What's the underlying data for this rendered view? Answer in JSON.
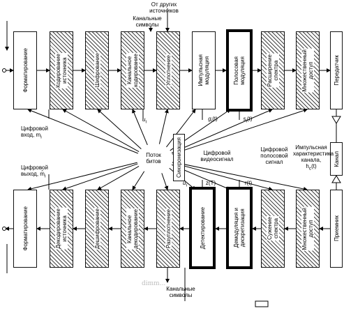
{
  "transmitter": {
    "blocks": [
      {
        "id": "tx-format",
        "label": "Форматирование"
      },
      {
        "id": "tx-source-coding",
        "label": "Кодирование\nисточника"
      },
      {
        "id": "tx-encryption",
        "label": "Шифрование"
      },
      {
        "id": "tx-channel-coding",
        "label": "Канальное\nкодирование"
      },
      {
        "id": "tx-multiplexing",
        "label": "Уплотнение"
      },
      {
        "id": "tx-pulse-modulation",
        "label": "Импульсная\nмодуляция"
      },
      {
        "id": "tx-bandpass-modulation",
        "label": "Полосовая\nмодуляция"
      },
      {
        "id": "tx-spread-spectrum",
        "label": "Расширение\nспектра"
      },
      {
        "id": "tx-multiple-access",
        "label": "Множественный\nдоступ"
      },
      {
        "id": "tx-transmitter",
        "label": "Передатчик"
      }
    ]
  },
  "receiver": {
    "blocks": [
      {
        "id": "rx-format",
        "label": "Форматирование"
      },
      {
        "id": "rx-source-decoding",
        "label": "Декодирование\nисточника"
      },
      {
        "id": "rx-decryption",
        "label": "Дешифрование"
      },
      {
        "id": "rx-channel-decoding",
        "label": "Канальное\nдекодирование"
      },
      {
        "id": "rx-demultiplexing",
        "label": "Разуплотнение"
      },
      {
        "id": "rx-detection",
        "label": "Детектирование"
      },
      {
        "id": "rx-demod-sampling",
        "label": "Демодуляция и\nдискретизация"
      },
      {
        "id": "rx-despread",
        "label": "Сужение\nспектра"
      },
      {
        "id": "rx-multiple-access",
        "label": "Множественный\nдоступ"
      },
      {
        "id": "rx-receiver",
        "label": "Приемник"
      }
    ]
  },
  "channel": {
    "label": "Канал"
  },
  "sync": {
    "label": "Синхронизация"
  },
  "labels": {
    "other_sources": "От других\nисточников",
    "channel_symbols_top": "Канальные\nсимволы",
    "channel_symbols_bottom": "Канальные\nсимволы",
    "digital_input": "Цифровой\nвход, m",
    "digital_input_sub": "i",
    "digital_output": "Цифровой\nвыход, m̂",
    "digital_output_sub": "i",
    "bit_stream": "Поток\nбитов",
    "digital_video": "Цифровой\nвидеосигнал",
    "digital_bandpass": "Цифровой\nполосовой\nсигнал",
    "impulse_response": "Импульсная\nхарактеристика\nканала,\nh",
    "impulse_response_sub": "c",
    "impulse_response_arg": "(t)",
    "u_i": "u",
    "u_i_sub": "i",
    "g_i": "g",
    "g_i_sub": "i",
    "g_i_arg": "(t)",
    "s_i": "s",
    "s_i_sub": "i",
    "s_i_arg": "(t)",
    "u_hat": "û",
    "u_hat_sub": "i",
    "z_T": "z(T)",
    "r_t": "r(t)"
  },
  "watermark": "dimm..."
}
